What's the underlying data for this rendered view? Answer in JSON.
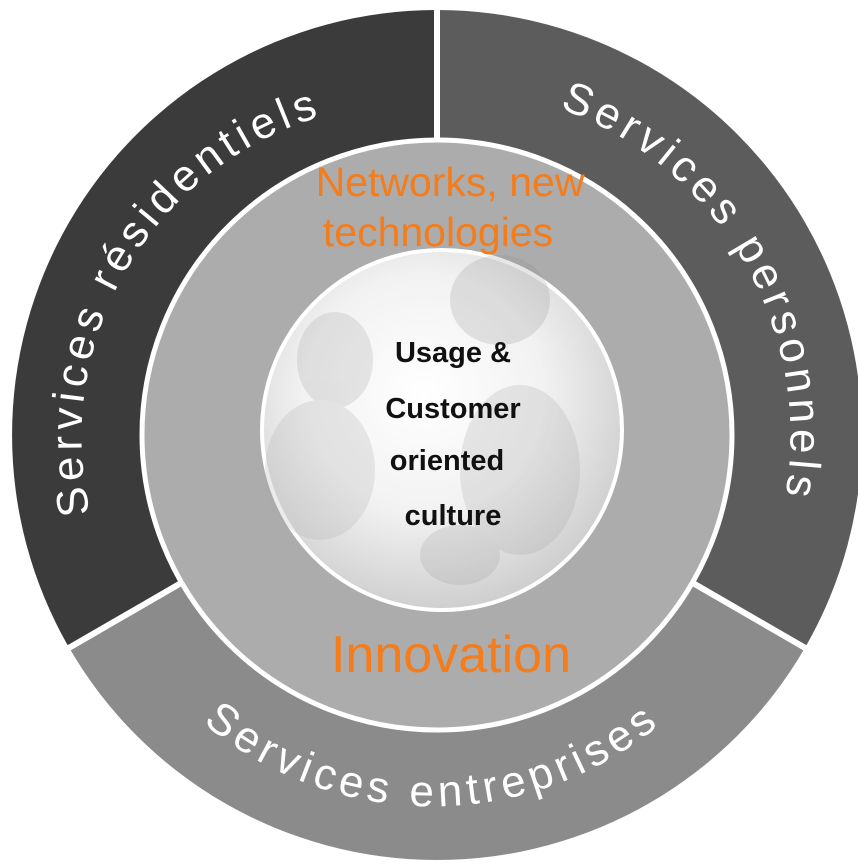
{
  "diagram": {
    "outer_segments": [
      {
        "label": "Services résidentiels",
        "color": "#3b3b3b"
      },
      {
        "label": "Services personnels",
        "color": "#5b5b5b"
      },
      {
        "label": "Services entreprises",
        "color": "#8a8a8a"
      }
    ],
    "middle_ring": {
      "top_label_lines": [
        "Networks, new",
        "technologies"
      ],
      "bottom_label": "Innovation",
      "ring_color": "#ababab",
      "text_color": "#f47c1a"
    },
    "core": {
      "lines": [
        "Usage &",
        "Customer",
        "oriented",
        "culture"
      ]
    }
  }
}
